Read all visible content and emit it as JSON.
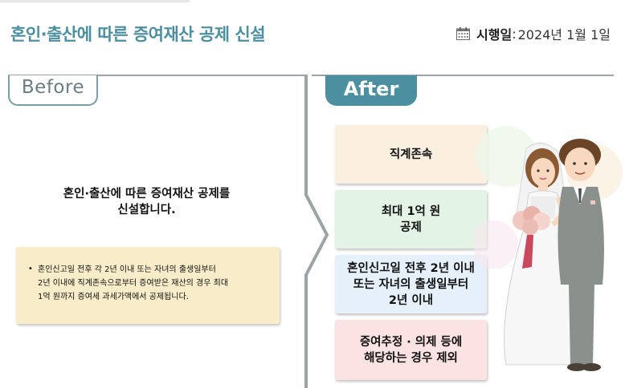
{
  "header": {
    "title": "혼인·출산에 따른 증여재산 공제 신설",
    "date_label": "시행일",
    "date_sep": ":",
    "date_value": "2024년 1월 1일",
    "calendar_icon": "calendar-icon"
  },
  "before": {
    "tab_label": "Before",
    "main_line1": "혼인·출산에 따른 증여재산 공제를",
    "main_line2": "신설합니다.",
    "note_bullet": "•",
    "note_line1": "혼인신고일 전후 각 2년 이내 또는 자녀의 출생일부터",
    "note_line2": "2년 이내에 직계존속으로부터 증여받은 재산의 경우 최대",
    "note_line3": "1억 원까지 증여세 과세가액에서 공제됩니다."
  },
  "after": {
    "tab_label": "After",
    "cards": [
      {
        "lines": [
          "직계존속"
        ]
      },
      {
        "lines": [
          "최대 1억 원",
          "공제"
        ]
      },
      {
        "lines": [
          "혼인신고일 전후 2년 이내",
          "또는 자녀의 출생일부터",
          "2년 이내"
        ]
      },
      {
        "lines": [
          "증여추정 · 의제 등에",
          "해당하는 경우 제외"
        ]
      }
    ]
  },
  "colors": {
    "accent": "#4b8fa0",
    "note_bg": "#f8ecc9",
    "card1": "#fbefe0",
    "card2": "#e3f4e6",
    "card3": "#e5f0fa",
    "card4": "#fbe3e3"
  },
  "illustration": "bride-and-groom-illustration"
}
